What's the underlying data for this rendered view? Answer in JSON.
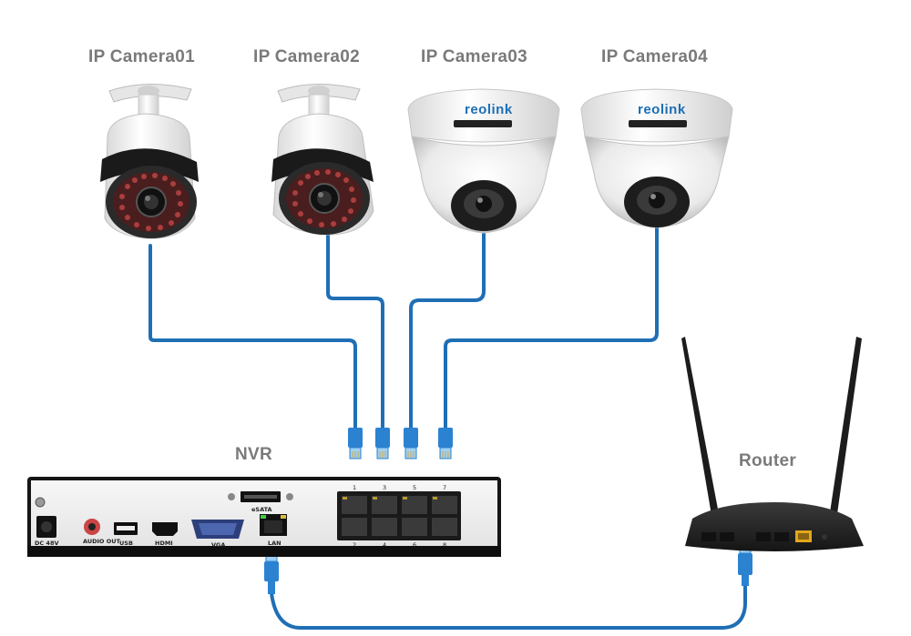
{
  "cameras": [
    {
      "label": "IP Camera01",
      "type": "bullet"
    },
    {
      "label": "IP Camera02",
      "type": "bullet"
    },
    {
      "label": "IP Camera03",
      "type": "dome",
      "brand": "reolink"
    },
    {
      "label": "IP Camera04",
      "type": "dome",
      "brand": "reolink"
    }
  ],
  "nvr": {
    "label": "NVR",
    "ports": {
      "power": "DC 48V",
      "audio": "AUDIO OUT",
      "usb": "USB",
      "hdmi": "HDMI",
      "vga": "VGA",
      "lan": "LAN",
      "esata": "eSATA"
    },
    "poe_numbers_top": [
      "1",
      "3",
      "5",
      "7"
    ],
    "poe_numbers_bottom": [
      "2",
      "4",
      "6",
      "8"
    ]
  },
  "router": {
    "label": "Router"
  },
  "colors": {
    "cable": "#1f6fb5",
    "connector": "#2b82d1",
    "nvr_body": "#151515",
    "label": "#7a7a7a"
  }
}
